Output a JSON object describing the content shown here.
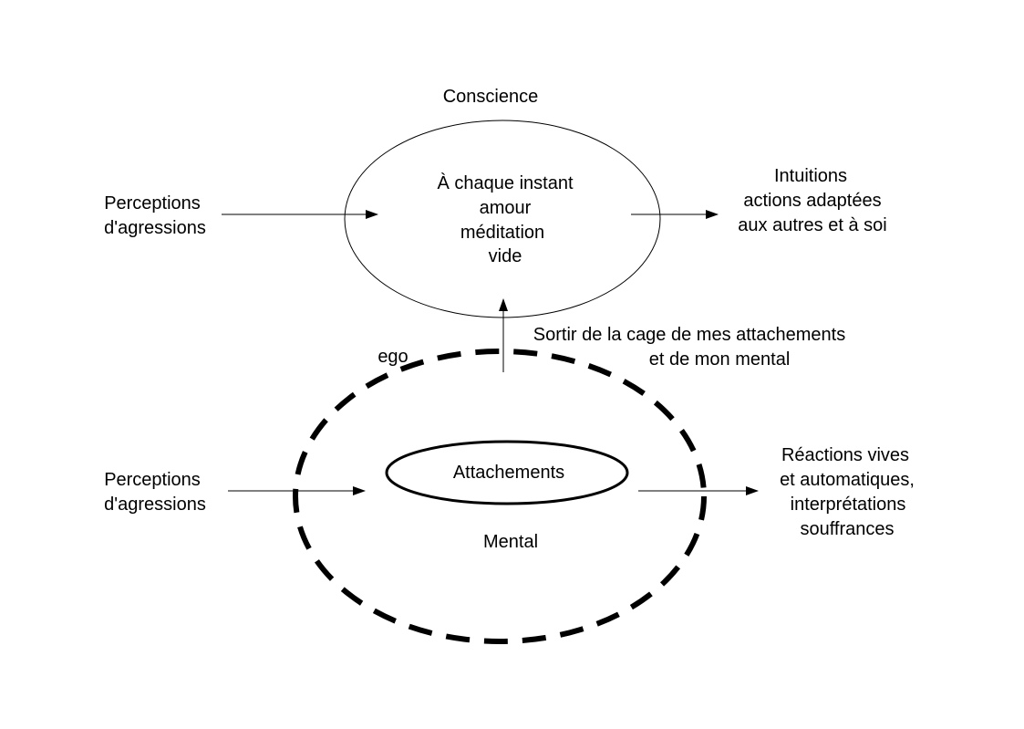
{
  "top": {
    "title": "Conscience",
    "center_lines": [
      "À chaque instant",
      "amour",
      "méditation",
      "vide"
    ],
    "input_lines": [
      "Perceptions",
      "d'agressions"
    ],
    "output_lines": [
      "Intuitions",
      "actions adaptées",
      "aux autres et à soi"
    ]
  },
  "transition": {
    "lines": [
      "Sortir de la cage de mes attachements",
      "et de mon mental"
    ]
  },
  "bottom": {
    "ego_label": "ego",
    "inner_label": "Attachements",
    "mental_label": "Mental",
    "input_lines": [
      "Perceptions",
      "d'agressions"
    ],
    "output_lines": [
      "Réactions vives",
      "et automatiques,",
      "interprétations",
      "souffrances"
    ]
  }
}
